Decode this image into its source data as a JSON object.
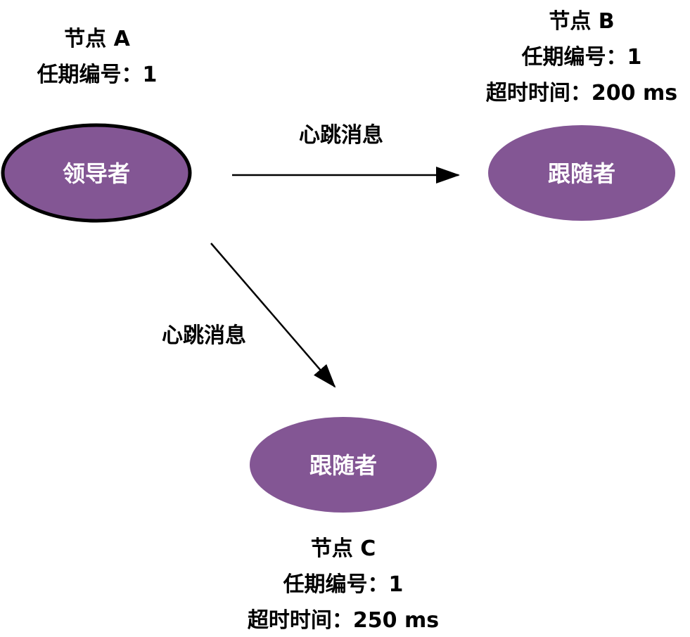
{
  "colors": {
    "node_fill": "#835694",
    "leader_border": "#000000",
    "text_on_node": "#ffffff",
    "text": "#000000",
    "edge": "#000000"
  },
  "nodes": {
    "a": {
      "title": "节点 A",
      "term": "任期编号：1",
      "role": "领导者"
    },
    "b": {
      "title": "节点 B",
      "term": "任期编号：1",
      "timeout": "超时时间：200 ms",
      "role": "跟随者"
    },
    "c": {
      "title": "节点 C",
      "term": "任期编号：1",
      "timeout": "超时时间：250 ms",
      "role": "跟随者"
    }
  },
  "edges": {
    "a_to_b": {
      "label": "心跳消息"
    },
    "a_to_c": {
      "label": "心跳消息"
    }
  }
}
